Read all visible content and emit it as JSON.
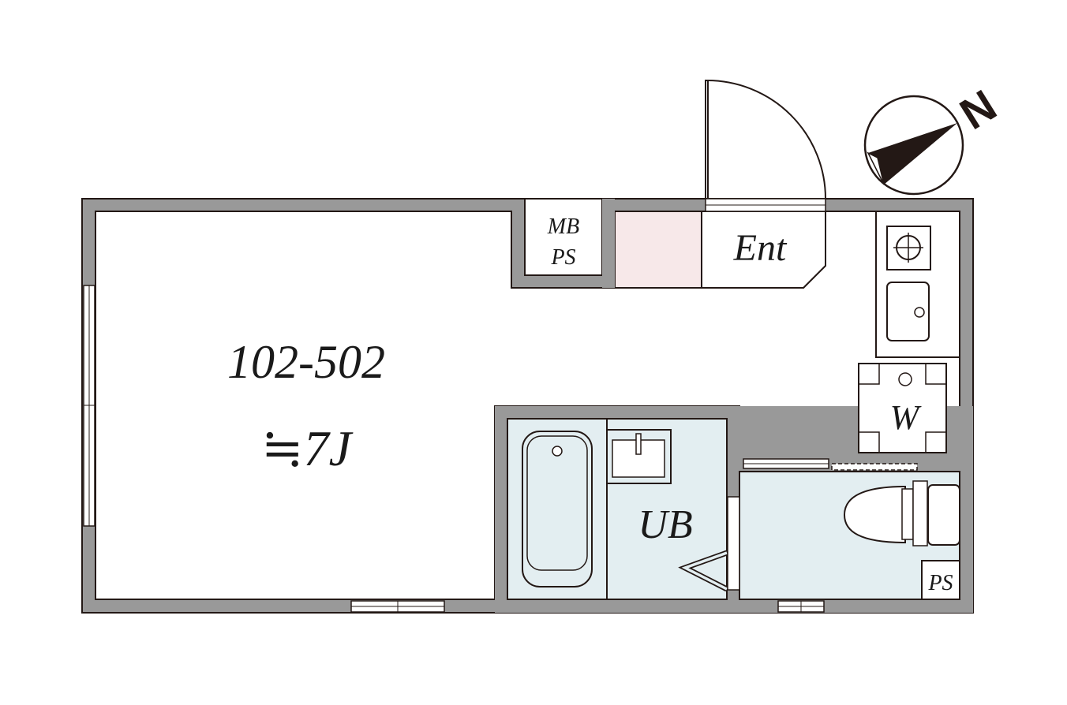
{
  "plan": {
    "unit_label": "102-502",
    "area_label": "≒7J",
    "entrance_label": "Ent",
    "bath_label": "UB",
    "washer_label": "W",
    "mbps_line1": "MB",
    "mbps_line2": "PS",
    "ps_label": "PS",
    "north_label": "N"
  },
  "colors": {
    "wall": "#999999",
    "outline": "#231815",
    "wet_area": "#e3eef1",
    "entrance_floor": "#f7e8e9"
  }
}
